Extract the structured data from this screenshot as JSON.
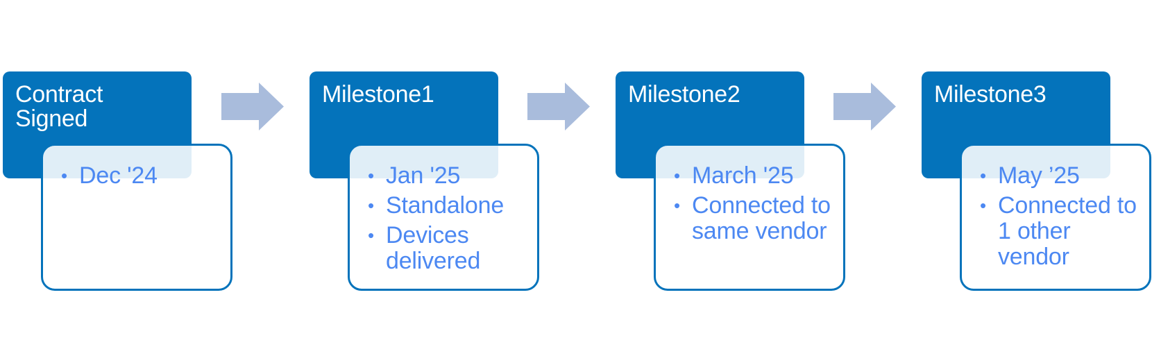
{
  "colors": {
    "header_fill": "#0473bb",
    "header_text": "#ffffff",
    "detail_border": "#0473bb",
    "detail_text": "#4c88f2",
    "arrow_fill": "#a9bcdc"
  },
  "stages": [
    {
      "title": "Contract\nSigned",
      "details": [
        "Dec '24"
      ]
    },
    {
      "title": "Milestone1",
      "details": [
        "Jan '25",
        "Standalone",
        "Devices delivered"
      ]
    },
    {
      "title": "Milestone2",
      "details": [
        "March '25",
        "Connected to same vendor"
      ]
    },
    {
      "title": "Milestone3",
      "details": [
        "May ’25",
        "Connected to 1 other vendor"
      ]
    }
  ],
  "bullet_glyph": "•"
}
